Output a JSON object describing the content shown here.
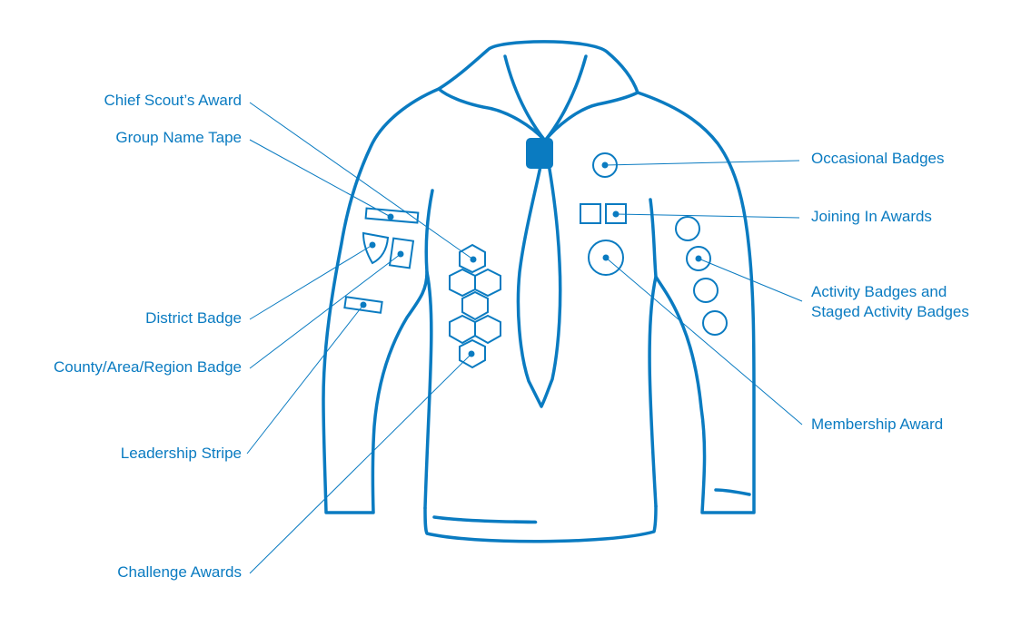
{
  "colors": {
    "accent": "#0a7bc1",
    "line": "#0a7bc1",
    "background": "#ffffff"
  },
  "labels": {
    "chief_scouts_award": "Chief Scout’s Award",
    "group_name_tape": "Group Name Tape",
    "district_badge": "District Badge",
    "county_badge": "County/Area/Region Badge",
    "leadership_stripe": "Leadership Stripe",
    "challenge_awards": "Challenge Awards",
    "occasional_badges": "Occasional Badges",
    "joining_in_awards": "Joining In Awards",
    "activity_badges_line1": "Activity Badges and",
    "activity_badges_line2": "Staged Activity Badges",
    "membership_award": "Membership Award"
  }
}
